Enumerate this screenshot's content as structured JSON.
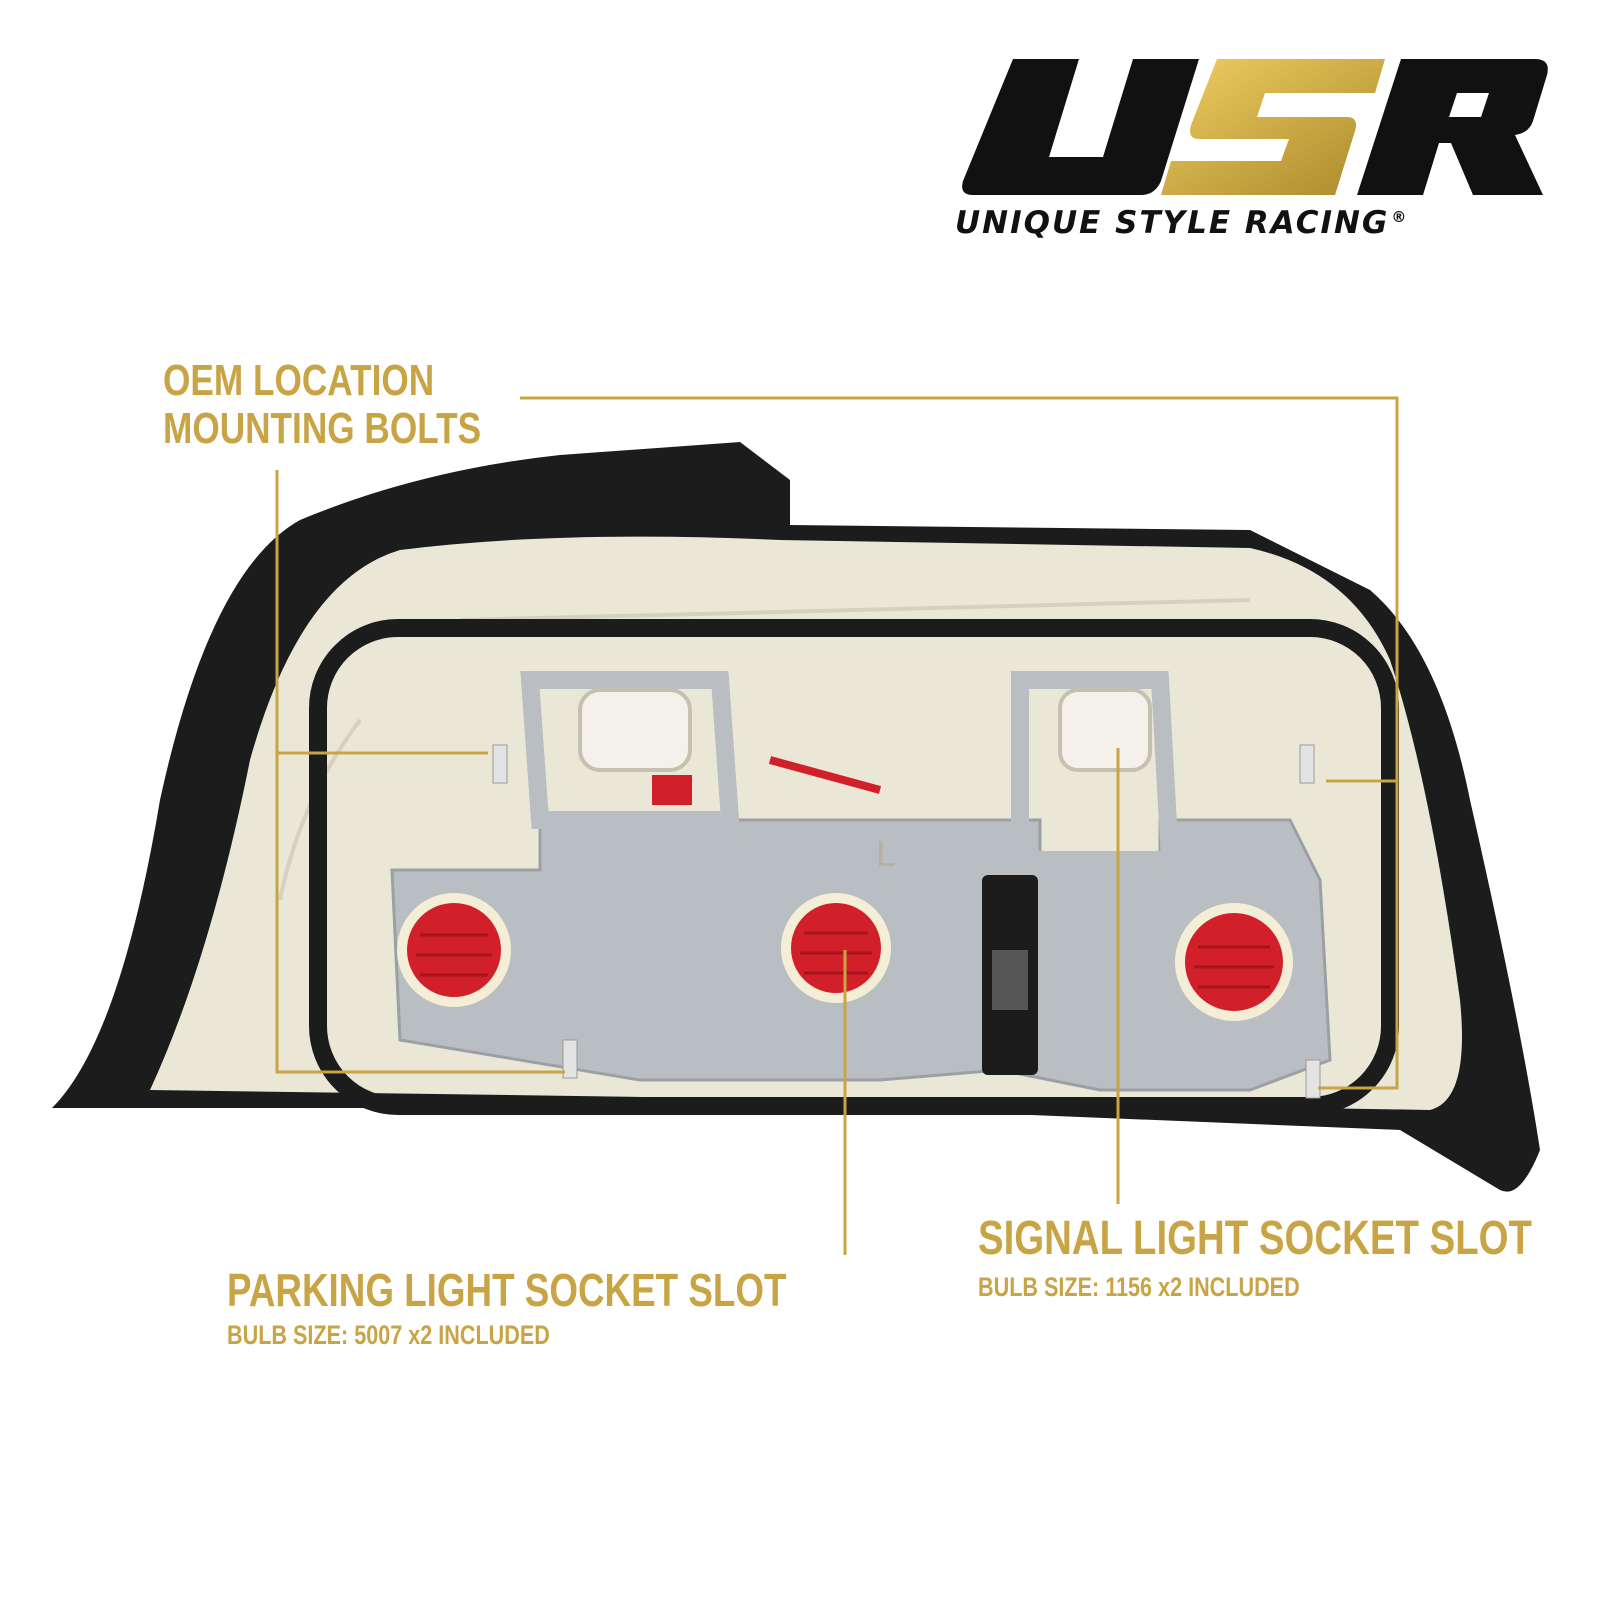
{
  "brand": {
    "logo_letters": "USR",
    "tagline": "UNIQUE STYLE RACING",
    "registered_mark": "®",
    "colors": {
      "black": "#111111",
      "gold_light": "#f1cf63",
      "gold_dark": "#a8882a"
    }
  },
  "callouts": {
    "mounting_bolts": {
      "line1": "OEM LOCATION",
      "line2": "MOUNTING BOLTS"
    },
    "parking_light": {
      "title": "PARKING LIGHT SOCKET SLOT",
      "subtitle": "BULB SIZE: 5007 x2 INCLUDED"
    },
    "signal_light": {
      "title": "SIGNAL LIGHT SOCKET SLOT",
      "subtitle": "BULB SIZE: 1156 x2 INCLUDED"
    }
  },
  "colors": {
    "callout_gold": "#c8a445",
    "housing_black": "#1c1c1c",
    "housing_cream": "#ebe7d6",
    "circuit_board": "#b9bec2",
    "lens_red": "#d1202a"
  },
  "product": {
    "image": "rear view of taillight housing with bulb sockets",
    "housing_marking": "L"
  }
}
